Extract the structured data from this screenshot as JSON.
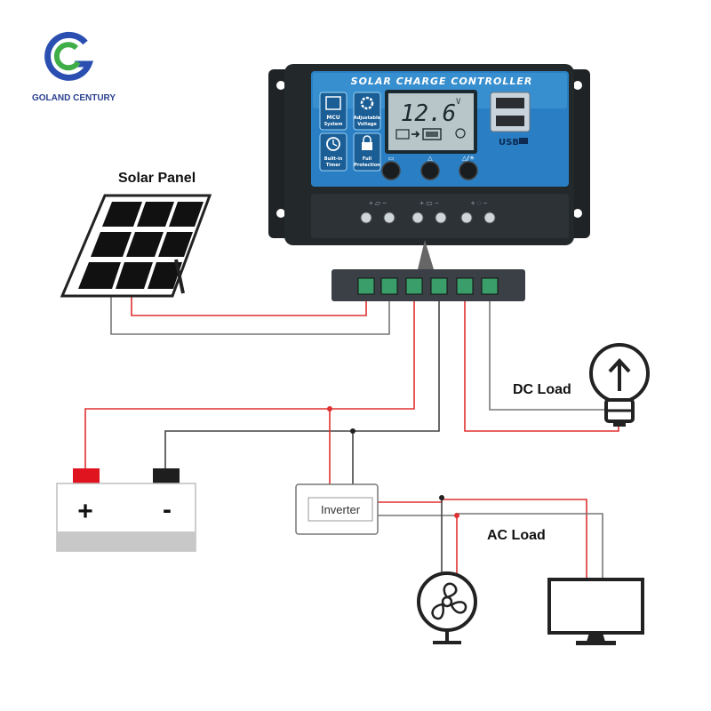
{
  "brand": {
    "name": "GOLAND CENTURY",
    "logo_colors": {
      "blue": "#2a4fb0",
      "green": "#3fae49"
    }
  },
  "controller": {
    "title": "SOLAR CHARGE CONTROLLER",
    "display_value": "12.6",
    "display_unit": "V",
    "usb_label": "USB",
    "features": [
      {
        "line1": "MCU",
        "line2": "System",
        "icon": "chip-icon"
      },
      {
        "line1": "Adjustable",
        "line2": "Voltage",
        "icon": "gear-icon"
      },
      {
        "line1": "Built-in",
        "line2": "Timer",
        "icon": "clock-icon"
      },
      {
        "line1": "Full",
        "line2": "Protection",
        "icon": "lock-icon"
      }
    ],
    "buttons": [
      {
        "symbol": "▭",
        "icon": "menu-button-icon"
      },
      {
        "symbol": "△",
        "icon": "up-button-icon"
      },
      {
        "symbol": "△/☀",
        "icon": "light-button-icon"
      }
    ],
    "colors": {
      "body": "#1f2326",
      "face": "#2a7fc4",
      "face_light": "#4fb0e6",
      "lcd": "#b9c6c9",
      "terminal": "#3a9e6a"
    }
  },
  "labels": {
    "solar_panel": "Solar Panel",
    "dc_load": "DC Load",
    "ac_load": "AC Load",
    "inverter": "Inverter",
    "battery_plus": "+",
    "battery_minus": "-"
  },
  "wire_colors": {
    "positive": "#e03030",
    "negative": "#555555"
  }
}
